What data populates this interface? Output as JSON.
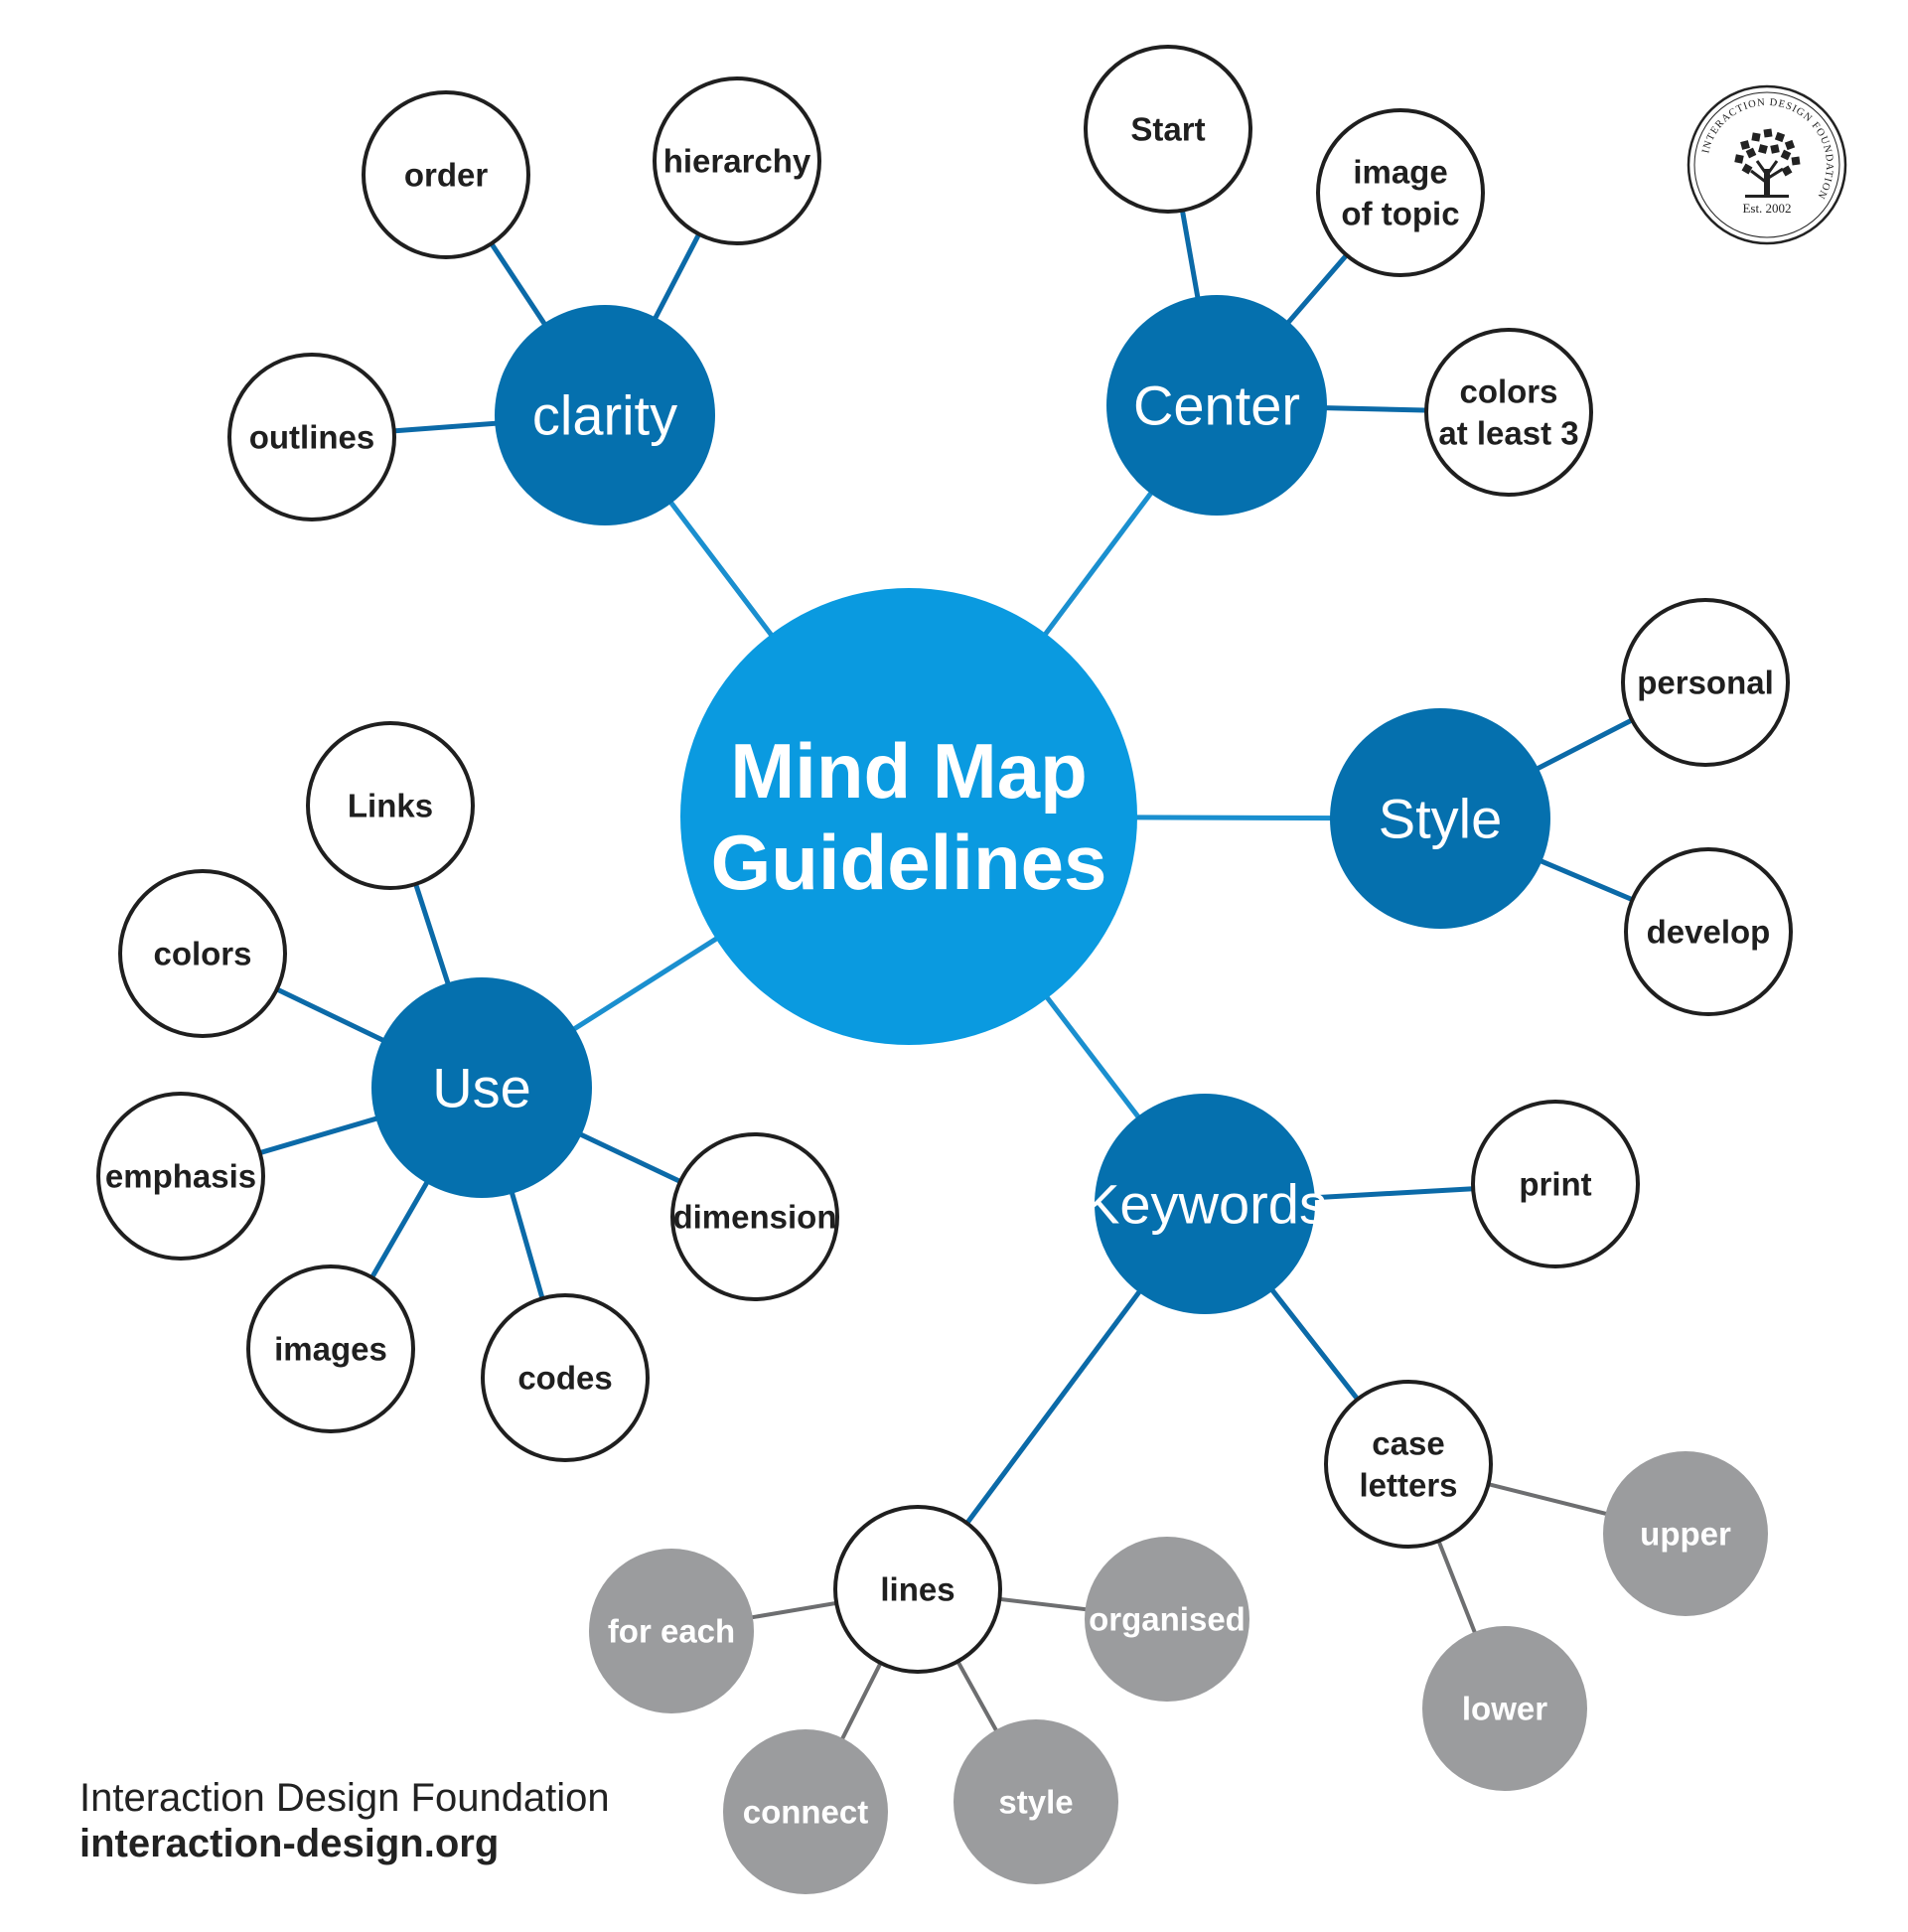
{
  "colors": {
    "center_fill": "#0a9ae0",
    "main_fill": "#0570ae",
    "sub_fill": "#ffffff",
    "sub_stroke": "#1f1f1f",
    "leaf_fill": "#9b9c9e",
    "edge_main": "#1a8fcf",
    "edge_sub": "#0b6aa8",
    "edge_leaf": "#6d6e70"
  },
  "diagram": {
    "center": {
      "id": "center",
      "lines": [
        "Mind Map",
        "Guidelines"
      ]
    },
    "nodes": [
      {
        "id": "clarity",
        "kind": "main",
        "parent": "center",
        "lines": [
          "clarity"
        ]
      },
      {
        "id": "centerNode",
        "kind": "main",
        "parent": "center",
        "lines": [
          "Center"
        ]
      },
      {
        "id": "style",
        "kind": "main",
        "parent": "center",
        "lines": [
          "Style"
        ]
      },
      {
        "id": "use",
        "kind": "main",
        "parent": "center",
        "lines": [
          "Use"
        ]
      },
      {
        "id": "keywords",
        "kind": "main",
        "parent": "center",
        "lines": [
          "Keywords"
        ]
      },
      {
        "id": "order",
        "kind": "sub",
        "parent": "clarity",
        "lines": [
          "order"
        ]
      },
      {
        "id": "hierarchy",
        "kind": "sub",
        "parent": "clarity",
        "lines": [
          "hierarchy"
        ]
      },
      {
        "id": "outlines",
        "kind": "sub",
        "parent": "clarity",
        "lines": [
          "outlines"
        ]
      },
      {
        "id": "start",
        "kind": "sub",
        "parent": "centerNode",
        "lines": [
          "Start"
        ]
      },
      {
        "id": "image",
        "kind": "sub",
        "parent": "centerNode",
        "lines": [
          "image",
          "of topic"
        ]
      },
      {
        "id": "colors3",
        "kind": "sub",
        "parent": "centerNode",
        "lines": [
          "colors",
          "at least 3"
        ]
      },
      {
        "id": "personal",
        "kind": "sub",
        "parent": "style",
        "lines": [
          "personal"
        ]
      },
      {
        "id": "develop",
        "kind": "sub",
        "parent": "style",
        "lines": [
          "develop"
        ]
      },
      {
        "id": "links",
        "kind": "sub",
        "parent": "use",
        "lines": [
          "Links"
        ]
      },
      {
        "id": "colors",
        "kind": "sub",
        "parent": "use",
        "lines": [
          "colors"
        ]
      },
      {
        "id": "emphasis",
        "kind": "sub",
        "parent": "use",
        "lines": [
          "emphasis"
        ]
      },
      {
        "id": "images",
        "kind": "sub",
        "parent": "use",
        "lines": [
          "images"
        ]
      },
      {
        "id": "codes",
        "kind": "sub",
        "parent": "use",
        "lines": [
          "codes"
        ]
      },
      {
        "id": "dimension",
        "kind": "sub",
        "parent": "use",
        "lines": [
          "dimension"
        ]
      },
      {
        "id": "print",
        "kind": "sub",
        "parent": "keywords",
        "lines": [
          "print"
        ]
      },
      {
        "id": "case",
        "kind": "sub",
        "parent": "keywords",
        "lines": [
          "case",
          "letters"
        ]
      },
      {
        "id": "lines",
        "kind": "sub",
        "parent": "keywords",
        "lines": [
          "lines"
        ]
      },
      {
        "id": "upper",
        "kind": "leaf",
        "parent": "case",
        "lines": [
          "upper"
        ]
      },
      {
        "id": "lower",
        "kind": "leaf",
        "parent": "case",
        "lines": [
          "lower"
        ]
      },
      {
        "id": "foreach",
        "kind": "leaf",
        "parent": "lines",
        "lines": [
          "for each"
        ]
      },
      {
        "id": "organised",
        "kind": "leaf",
        "parent": "lines",
        "lines": [
          "organised"
        ]
      },
      {
        "id": "connect",
        "kind": "leaf",
        "parent": "lines",
        "lines": [
          "connect"
        ]
      },
      {
        "id": "stylel",
        "kind": "leaf",
        "parent": "lines",
        "lines": [
          "style"
        ]
      }
    ]
  },
  "footer": {
    "org_name": "Interaction Design Foundation",
    "url": "interaction-design.org"
  },
  "logo": {
    "ring_text": "INTERACTION DESIGN FOUNDATION",
    "est": "Est. 2002",
    "icon": "tree-icon"
  }
}
